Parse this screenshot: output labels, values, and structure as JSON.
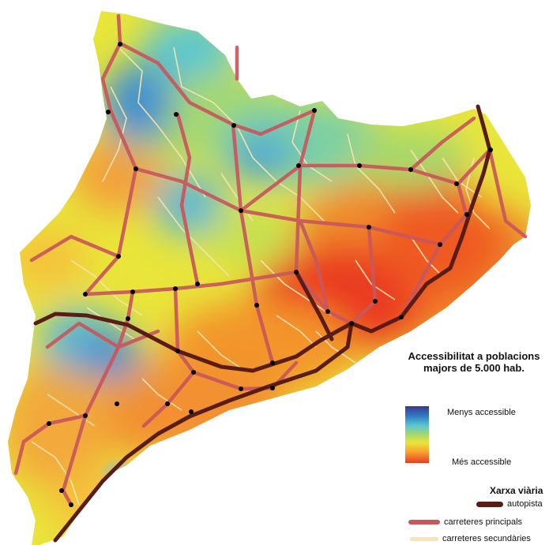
{
  "legend": {
    "title_line1": "Accessibilitat a poblacions",
    "title_line2": "majors de 5.000 hab.",
    "scale_top": "Menys accessible",
    "scale_bottom": "Més accessible",
    "ramp_colors": [
      "#3b3690",
      "#2f7fc4",
      "#5cc6cf",
      "#a7d86a",
      "#e9e53a",
      "#f7a630",
      "#ea3b21"
    ]
  },
  "network": {
    "title": "Xarxa viària",
    "items": [
      {
        "label": "autopista",
        "color": "#5a1c16"
      },
      {
        "label": "carreteres principals",
        "color": "#c9575c"
      },
      {
        "label": "carreteres secundàries",
        "color": "#f7e4b0"
      }
    ]
  },
  "map": {
    "region_colors": {
      "least_accessible": "#3b3690",
      "low": "#5cb8d6",
      "mid": "#a7d86a",
      "mid_high": "#e9e53a",
      "high": "#f7a630",
      "most_accessible": "#ea3b21"
    },
    "town_marker_color": "#000000"
  }
}
